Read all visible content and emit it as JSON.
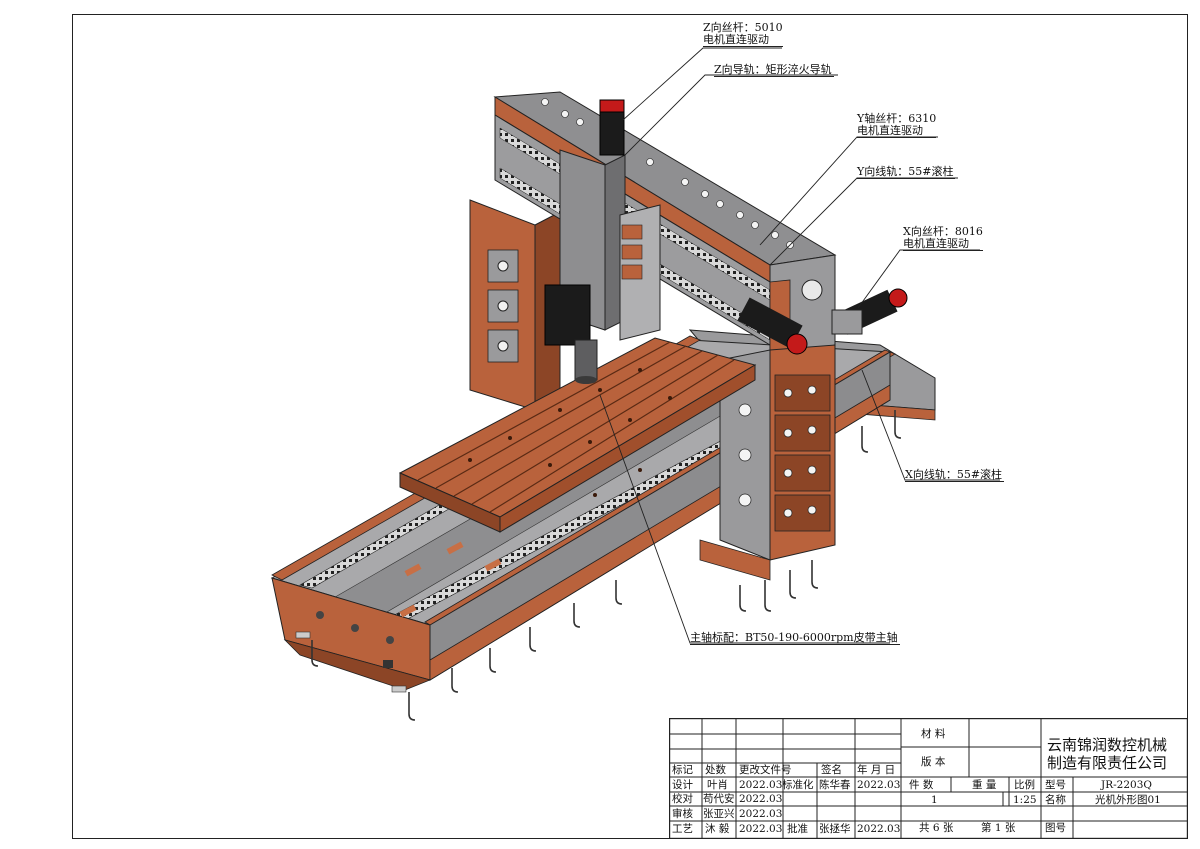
{
  "annotations": {
    "z_screw": {
      "line1": "Z向丝杆：5010",
      "line2": "电机直连驱动"
    },
    "z_rail": {
      "line1": "Z向导轨：矩形淬火导轨"
    },
    "y_screw": {
      "line1": "Y轴丝杆：6310",
      "line2": "电机直连驱动"
    },
    "y_rail": {
      "line1": "Y向线轨：55#滚柱"
    },
    "x_screw": {
      "line1": "X向丝杆：8016",
      "line2": "电机直连驱动"
    },
    "x_rail": {
      "line1": "X向线轨：55#滚柱"
    },
    "spindle": {
      "line1": "主轴标配：BT50-190-6000rpm皮带主轴"
    }
  },
  "title_block": {
    "headers": {
      "mark": "标记",
      "count": "处数",
      "doc": "更改文件号",
      "sign": "签名",
      "date": "年 月 日"
    },
    "rows": {
      "design": {
        "role": "设计",
        "name": "叶肖",
        "date": "2022.03",
        "role2": "标准化",
        "name2": "陈华春",
        "date2": "2022.03"
      },
      "check": {
        "role": "校对",
        "name": "苟代安",
        "date": "2022.03"
      },
      "review": {
        "role": "审核",
        "name": "张亚兴",
        "date": "2022.03"
      },
      "process": {
        "role": "工艺",
        "name": "沐 毅",
        "date": "2022.03",
        "role2": "批准",
        "name2": "张拯华",
        "date2": "2022.03"
      }
    },
    "material_label": "材 料",
    "version_label": "版 本",
    "qty_label": "件 数",
    "weight_label": "重 量",
    "scale_label": "比例",
    "qty_value": "1",
    "scale_value": "1:25",
    "sheets": {
      "total": "共 6 张",
      "current": "第 1 张"
    },
    "company_line1": "云南锦润数控机械",
    "company_line2": "制造有限责任公司",
    "model_label": "型号",
    "model_value": "JR-2203Q",
    "name_label": "名称",
    "name_value": "光机外形图01",
    "drawing_no_label": "图号"
  },
  "colors": {
    "copper": "#b9623c",
    "copper_dark": "#8c4526",
    "steel": "#9a9a9c",
    "steel_dark": "#5e5e60",
    "black": "#1b1b1b",
    "red": "#c41a1a"
  }
}
